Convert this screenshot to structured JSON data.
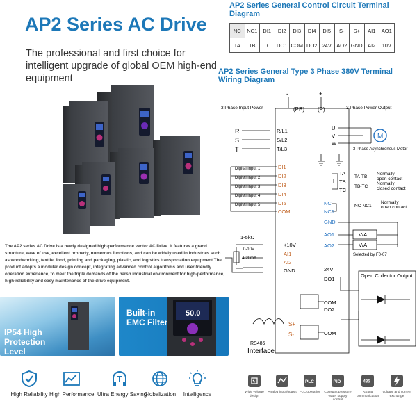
{
  "header": {
    "title": "AP2 Series AC Drive",
    "subtitle": "The professional and first choice for intelligent upgrade of global OEM high-end equipment"
  },
  "description": "The AP2 series AC Drive is a newly designed high-performance vector AC Drive. It features a grand structure, ease of use, excellent property, numerous functions, and can be widely used in industries such as woodworking, textile, food, printing and packaging, plastic, and logistics transportation equipment.The product adopts a modular design concept, integrating advanced control algorithms and user-friendly operation experience, to meet the triple demands of the harsh industrial environment for high-performance, high-reliability and easy maintenance of the drive equipment.",
  "cards": {
    "ip54": "IP54 High Protection Level",
    "emc": "Built-in EMC Filter",
    "screen_value": "50.0"
  },
  "features": [
    {
      "label": "High Reliability",
      "icon": "shield-check-icon"
    },
    {
      "label": "High Performance",
      "icon": "line-chart-icon"
    },
    {
      "label": "Ultra Energy Saving",
      "icon": "energy-saving-icon"
    },
    {
      "label": "Globalization",
      "icon": "globe-icon"
    },
    {
      "label": "Intelligence",
      "icon": "lightbulb-icon"
    }
  ],
  "control_terminal": {
    "title": "AP2 Series General Control Circuit Terminal Diagram",
    "row1": [
      "NC",
      "NC1",
      "DI1",
      "DI2",
      "DI3",
      "DI4",
      "DI5",
      "S-",
      "S+",
      "AI1",
      "AO1"
    ],
    "row2": [
      "TA",
      "TB",
      "TC",
      "DO1",
      "COM",
      "DO2",
      "24V",
      "AO2",
      "GND",
      "AI2",
      "10V"
    ]
  },
  "wiring": {
    "title": "AP2 Series General Type 3 Phase 380V Terminal Wiring Diagram",
    "minus": "-",
    "plus": "+",
    "pb": "(PB)",
    "p": "(P)",
    "input_power": "3 Phase Input Power",
    "output_power": "3 Phase Power Output",
    "rst": [
      "R",
      "S",
      "T"
    ],
    "rst_terms": [
      "R/L1",
      "S/L2",
      "T/L3"
    ],
    "uvw": [
      "U",
      "V",
      "W"
    ],
    "motor_symbol": "M",
    "motor_label": "3 Phase Asynchronous Motor",
    "digital_inputs": [
      "Digital input 1",
      "Digital input 2",
      "Digital input 3",
      "Digital input 4",
      "Digital input 5"
    ],
    "di_terms": [
      "DI1",
      "DI2",
      "DI3",
      "DI4",
      "DI5",
      "COM"
    ],
    "relay_terms": [
      "TA",
      "TB",
      "TC"
    ],
    "relay_notes": [
      {
        "code": "TA-TB",
        "text1": "Normally",
        "text2": "open contact"
      },
      {
        "code": "TB-TC",
        "text1": "Normally",
        "text2": "closed contact"
      },
      {
        "code": "NC-NC1",
        "text1": "Normally",
        "text2": "open contact"
      }
    ],
    "nc_terms": [
      "NC",
      "NC1"
    ],
    "gnd": "GND",
    "ao_terms": [
      "AO1",
      "AO2"
    ],
    "va": "V/A",
    "ao_note": "Selected by F0-07",
    "pot_label": "1-5kΩ",
    "analog_terms": [
      "+10V",
      "AI1",
      "AI2",
      "GND"
    ],
    "range_v": "0-10V",
    "range_ma": "4-20mA",
    "v24": "24V",
    "do1": "DO1",
    "com": "COM",
    "do2": "DO2",
    "oc_output": "Open Collector Output",
    "rs485_terms": [
      "S+",
      "S-"
    ],
    "rs485_label": "RS485",
    "interface": "Interface"
  },
  "bottom_features": [
    {
      "label": "Wide voltage design",
      "icon": "wide-voltage-icon"
    },
    {
      "label": "Analog input/output",
      "icon": "analog-io-icon"
    },
    {
      "label": "PLC operation",
      "icon": "plc-icon",
      "glyph": "PLC"
    },
    {
      "label": "Constant pressure water supply control",
      "icon": "pid-icon",
      "glyph": "PID"
    },
    {
      "label": "RS485 communication",
      "icon": "rs485-icon",
      "glyph": "485"
    },
    {
      "label": "Voltage and current exchange",
      "icon": "lightning-icon"
    }
  ],
  "colors": {
    "accent": "#1d78b8",
    "terminal_blue": "#1f6fc0",
    "terminal_orange": "#c06020"
  }
}
